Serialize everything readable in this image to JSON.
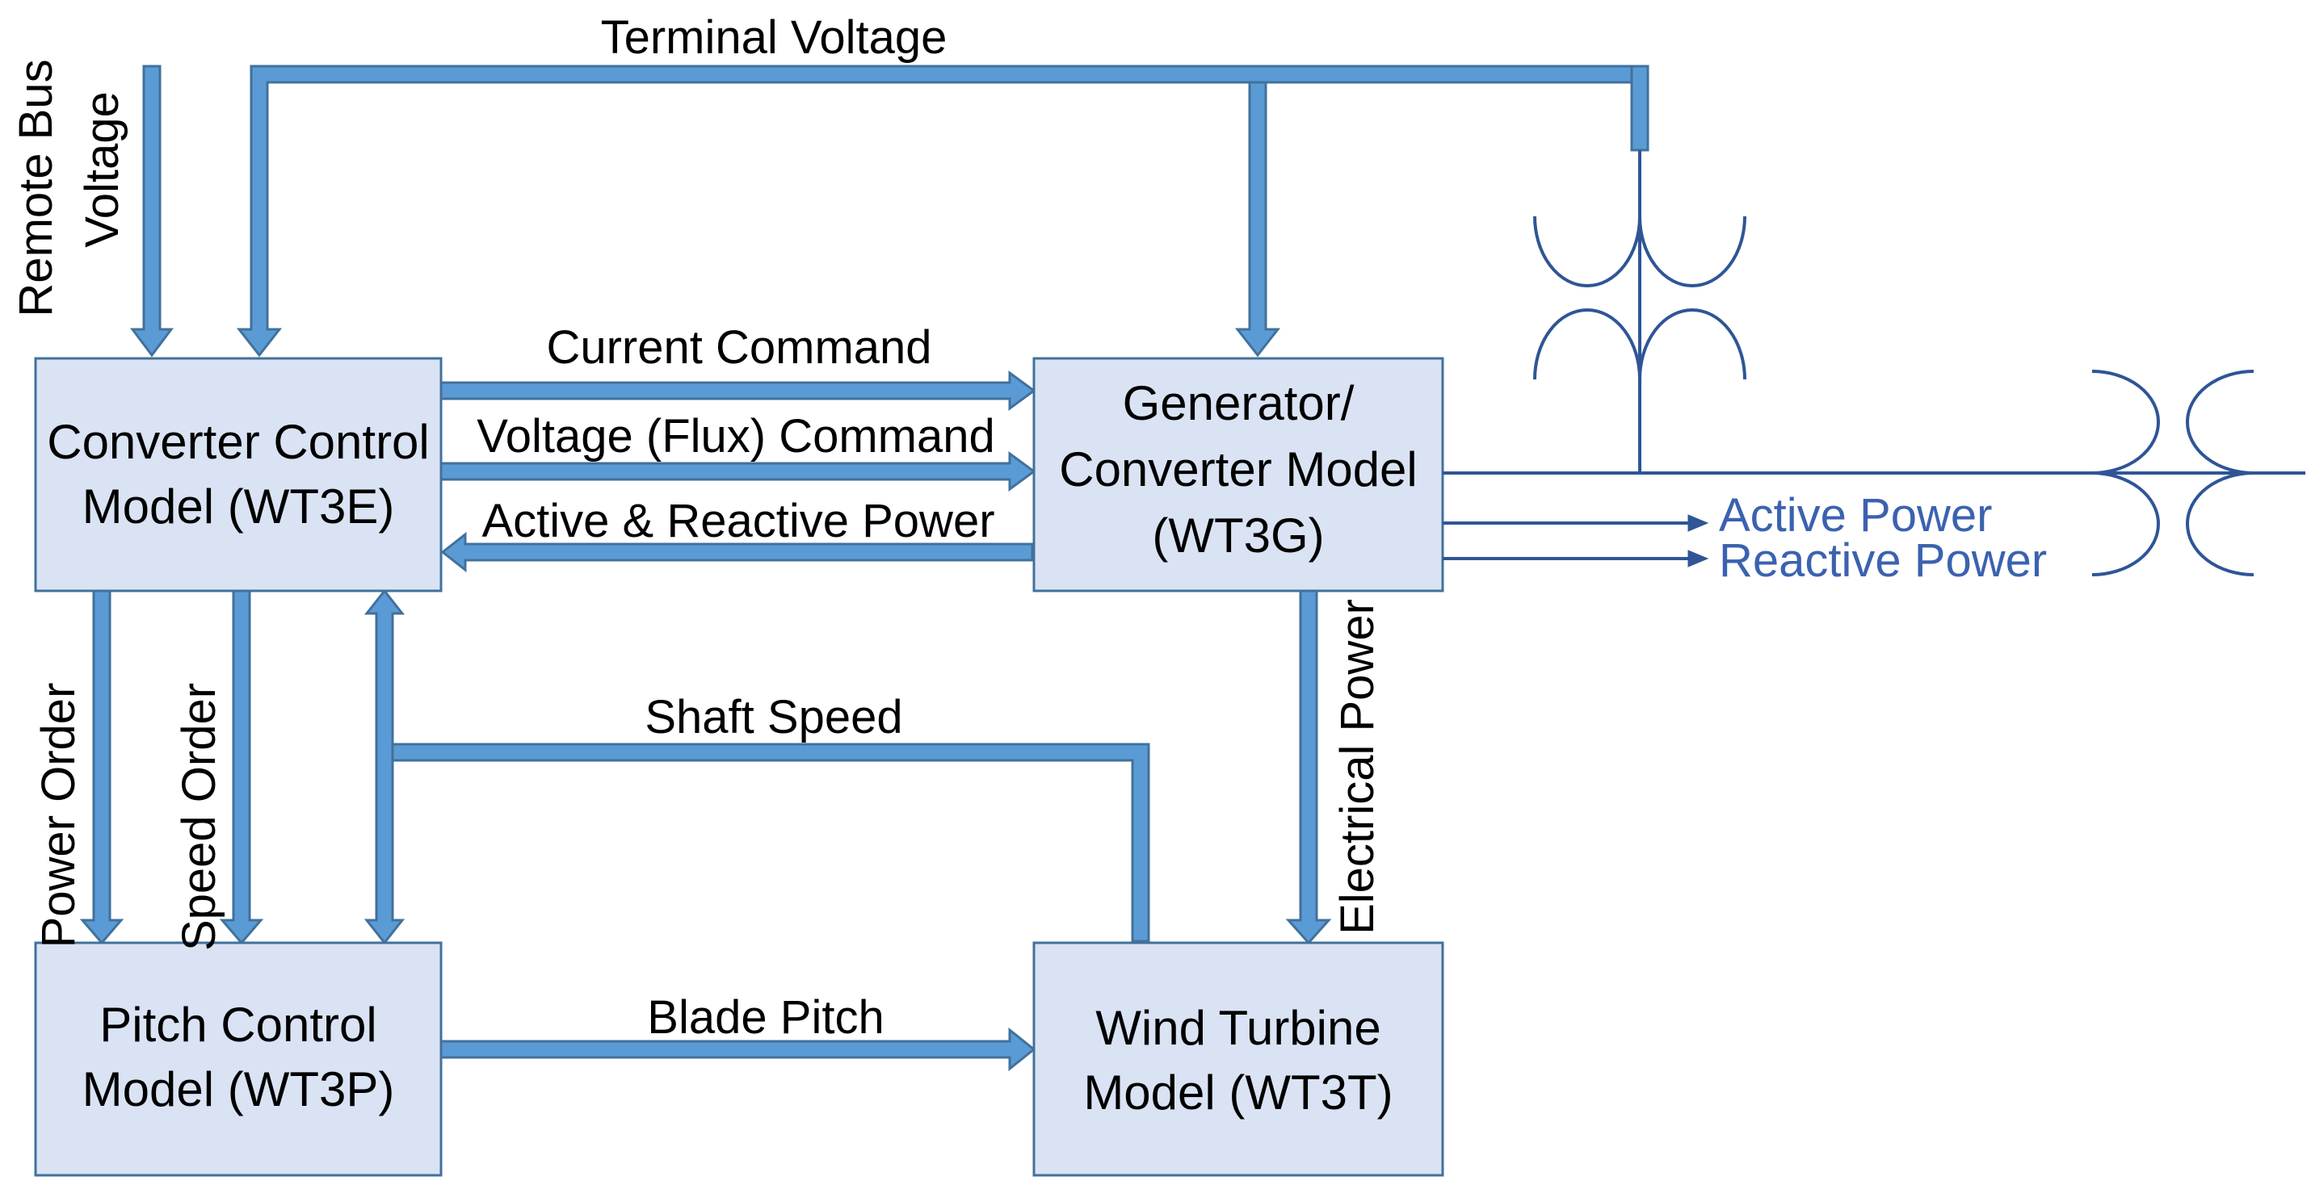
{
  "colors": {
    "arrow_fill": "#5b9bd5",
    "arrow_stroke": "#41719c",
    "box_fill": "#dae3f3",
    "box_stroke": "#41719c",
    "line_blue": "#2f5597",
    "text_blue": "#3b62b0"
  },
  "blocks": {
    "converter_control": {
      "line1": "Converter Control",
      "line2": "Model (WT3E)"
    },
    "generator": {
      "line1": "Generator/",
      "line2": "Converter Model",
      "line3": "(WT3G)"
    },
    "pitch_control": {
      "line1": "Pitch Control",
      "line2": "Model (WT3P)"
    },
    "wind_turbine": {
      "line1": "Wind Turbine",
      "line2": "Model (WT3T)"
    }
  },
  "signals": {
    "terminal_voltage": "Terminal Voltage",
    "remote_bus_line1": "Remote Bus",
    "remote_bus_line2": "Voltage",
    "current_command": "Current Command",
    "voltage_flux_command": "Voltage (Flux) Command",
    "active_reactive_power": "Active & Reactive Power",
    "active_power": "Active Power",
    "reactive_power": "Reactive Power",
    "power_order": "Power Order",
    "speed_order": "Speed Order",
    "shaft_speed": "Shaft Speed",
    "electrical_power": "Electrical Power",
    "blade_pitch": "Blade Pitch"
  }
}
